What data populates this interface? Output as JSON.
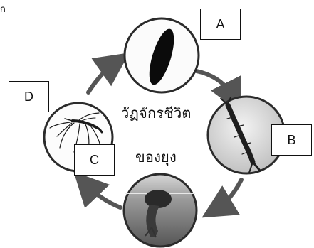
{
  "corner_text": "ก",
  "title": {
    "line1": "วัฏจักรชีวิต",
    "line2": "ของยุง"
  },
  "labels": {
    "a": "A",
    "b": "B",
    "c": "C",
    "d": "D"
  },
  "stages": [
    {
      "icon": "egg-icon"
    },
    {
      "icon": "larva-icon"
    },
    {
      "icon": "pupa-icon"
    },
    {
      "icon": "adult-mosquito-icon"
    }
  ],
  "colors": {
    "arrow": "#555555",
    "ring": "#2b2b2b"
  }
}
